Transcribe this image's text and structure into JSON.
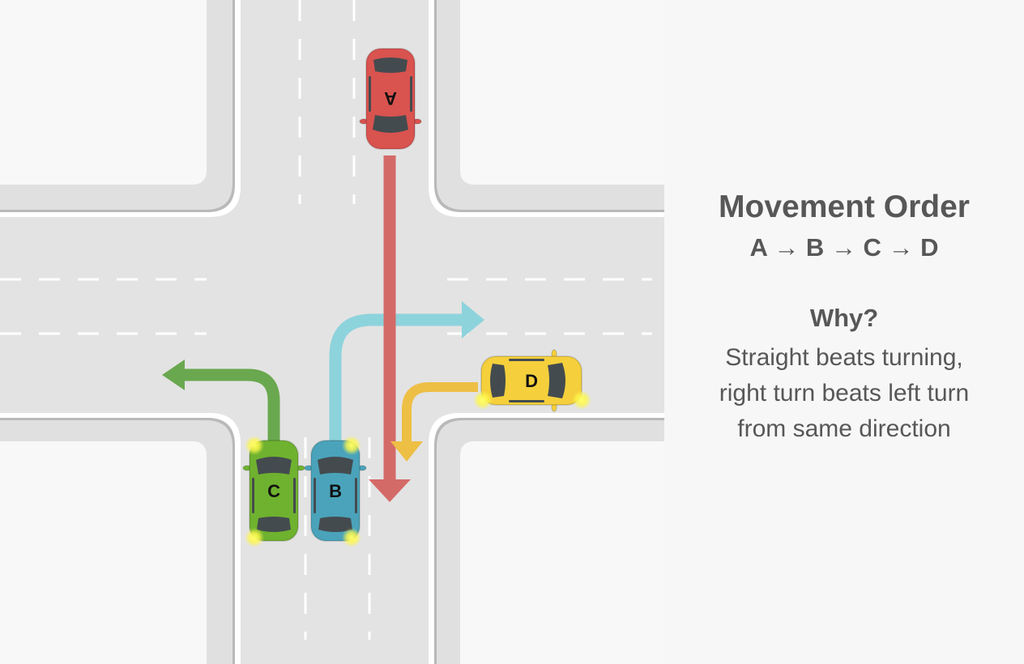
{
  "panel": {
    "title": "Movement Order",
    "order": "A → B → C → D",
    "why_label": "Why?",
    "reason_lines": [
      "Straight beats turning,",
      "right turn beats left turn",
      "from same direction"
    ]
  },
  "cars": {
    "a": {
      "label": "A",
      "color": "#d9534f"
    },
    "b": {
      "label": "B",
      "color": "#4aa3ba"
    },
    "c": {
      "label": "C",
      "color": "#6fb22f"
    },
    "d": {
      "label": "D",
      "color": "#f5d03c"
    }
  },
  "colors": {
    "red_path": "#d46a68",
    "blue_path": "#8dd3dc",
    "green_path": "#6aa84f",
    "yellow_path": "#eebf45"
  }
}
